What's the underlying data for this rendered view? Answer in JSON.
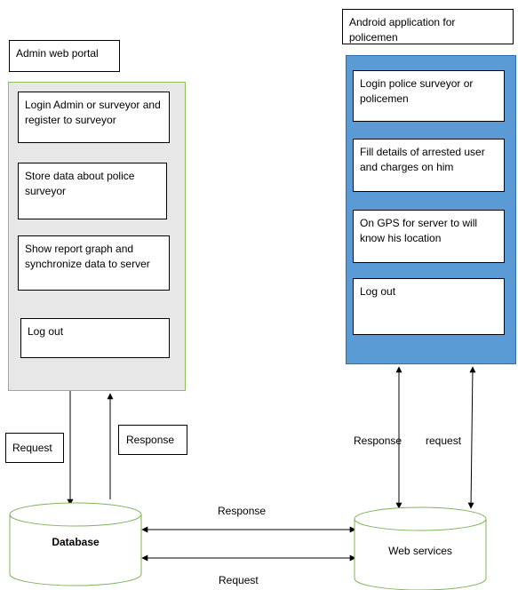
{
  "admin": {
    "title": "Admin web portal",
    "items": [
      {
        "label": "Login Admin or surveyor and register to surveyor"
      },
      {
        "label": "Store data about police surveyor"
      },
      {
        "label": "Show report graph and synchronize data to server"
      },
      {
        "label": "Log out"
      }
    ]
  },
  "android": {
    "title": "Android application for policemen",
    "items": [
      {
        "label": "Login police surveyor or policemen"
      },
      {
        "label": "Fill details of arrested user and charges on him"
      },
      {
        "label": "On GPS for server to will know his location"
      },
      {
        "label": "Log out"
      }
    ]
  },
  "flows": {
    "admin_request": "Request",
    "admin_response": "Response",
    "android_response": "Response",
    "android_request": "request",
    "db_ws_response": "Response",
    "db_ws_request": "Request"
  },
  "stores": {
    "database": "Database",
    "web_services": "Web services"
  },
  "colors": {
    "admin_panel_fill": "#e7e7e7",
    "admin_panel_border": "#8fbf5a",
    "android_panel_fill": "#5b9bd5",
    "android_panel_border": "#2e6fb0",
    "cylinder_border": "#7fb35a"
  }
}
